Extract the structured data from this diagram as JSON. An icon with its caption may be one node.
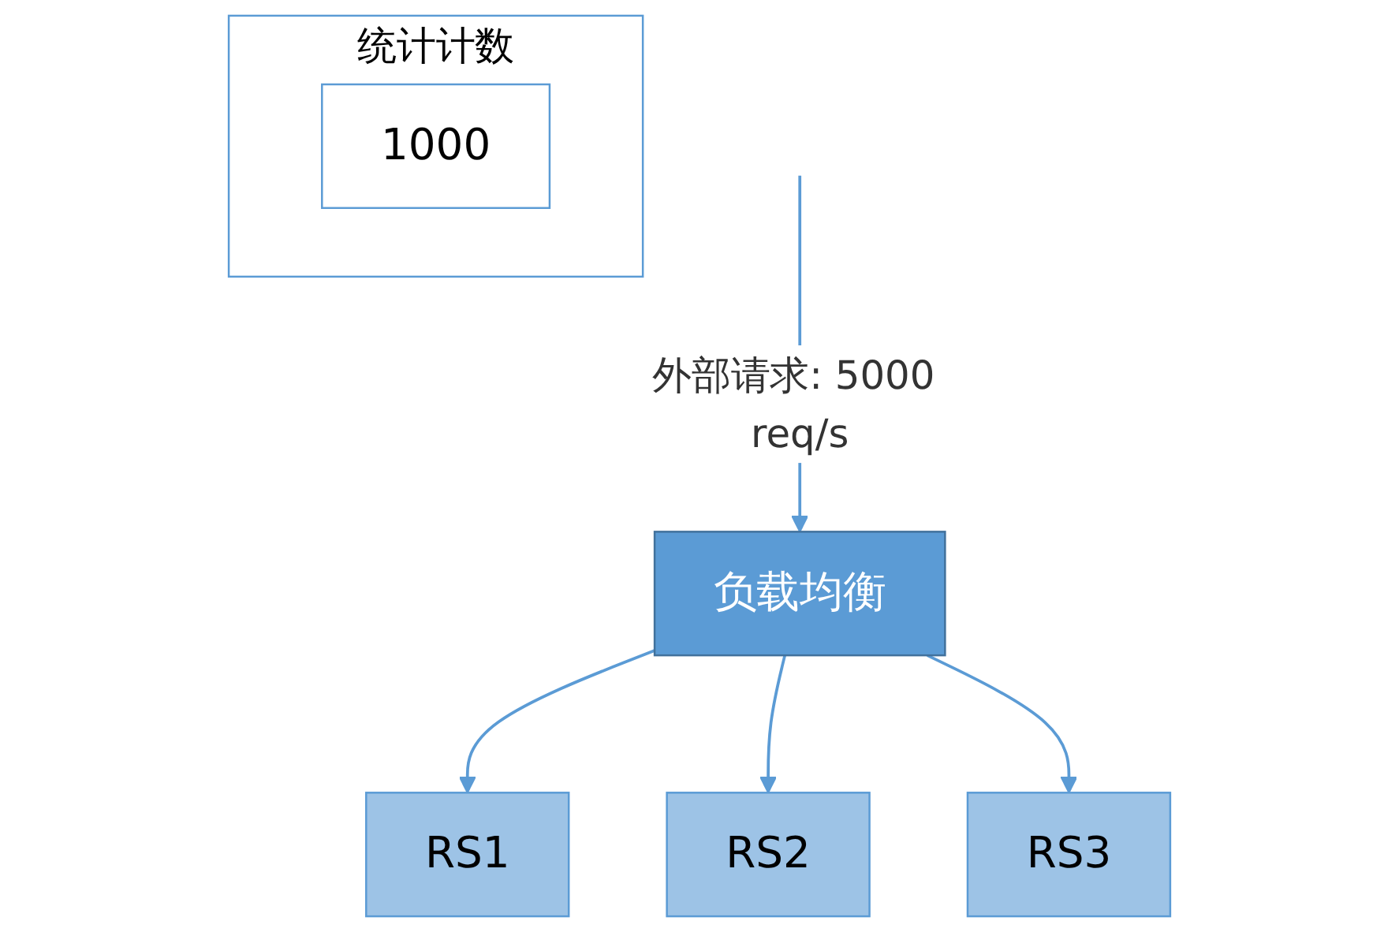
{
  "diagram": {
    "nodes": [
      {
        "text": [
          "负载均衡"
        ]
      },
      {
        "text": [
          "RS1"
        ]
      },
      {
        "text": [
          "RS2"
        ]
      },
      {
        "text": [
          "RS3"
        ]
      },
      {
        "text": [
          "统计计数"
        ]
      },
      {
        "text": [
          "1000"
        ],
        "in": 4
      }
    ],
    "edges": [
      {
        "from": null,
        "to": 0,
        "arrow": "to",
        "label": "外部请求: 5000 req/s"
      },
      {
        "from": 0,
        "to": 1,
        "arrow": "to"
      },
      {
        "from": 0,
        "to": 2,
        "arrow": "to"
      },
      {
        "from": 0,
        "to": 3,
        "arrow": "to"
      }
    ]
  }
}
